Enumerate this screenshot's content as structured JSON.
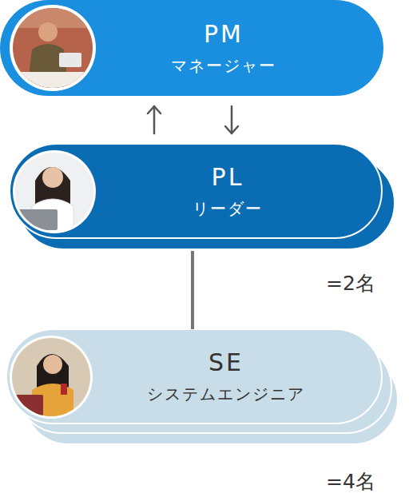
{
  "diagram": {
    "nodes": [
      {
        "text": [
          "PM",
          "マネージャー"
        ]
      },
      {
        "text": [
          "PL",
          "リーダー"
        ]
      },
      {
        "text": [
          "SE",
          "システムエンジニア"
        ]
      }
    ],
    "edges": [
      {
        "from": 1,
        "to": 0,
        "arrow": "to"
      },
      {
        "from": 0,
        "to": 1,
        "arrow": "to"
      },
      {
        "from": 1,
        "to": 2,
        "arrow": "none"
      }
    ],
    "labels": [
      "=2名",
      "=4名"
    ]
  }
}
